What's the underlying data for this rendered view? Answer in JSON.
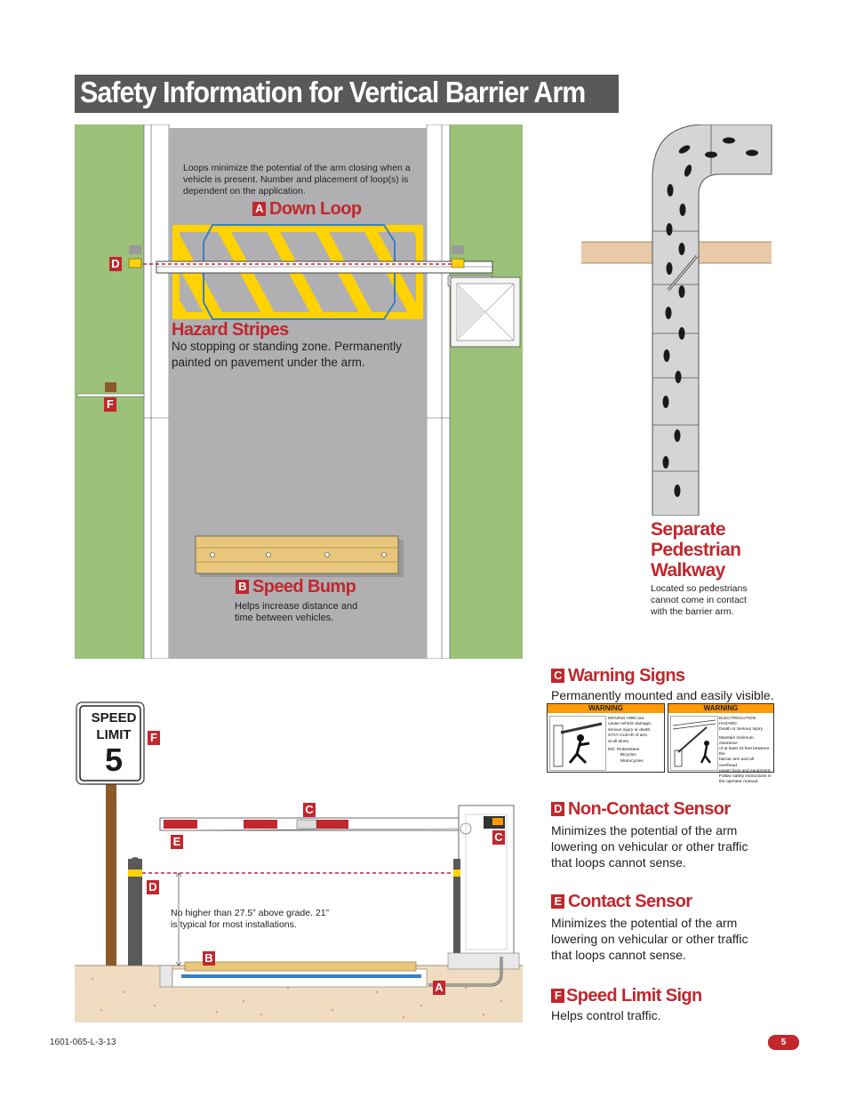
{
  "title": "Safety Information for Vertical Barrier Arm",
  "top_diagram": {
    "loops_note": "Loops minimize the potential of the arm closing when a vehicle is present. Number and placement of loop(s) is dependent on the application.",
    "labels": {
      "d": "D",
      "f": "F"
    },
    "down_loop": {
      "letter": "A",
      "heading": "Down Loop"
    },
    "hazard_stripes": {
      "heading": "Hazard Stripes",
      "text": "No stopping or standing zone. Permanently painted on pavement under the arm."
    },
    "speed_bump": {
      "letter": "B",
      "heading": "Speed Bump",
      "text": "Helps increase distance and time between vehicles."
    }
  },
  "walkway": {
    "heading_line1": "Separate",
    "heading_line2": "Pedestrian",
    "heading_line3": "Walkway",
    "text": "Located so pedestrians cannot come in contact with the barrier arm."
  },
  "bottom_diagram": {
    "sign": {
      "line1": "SPEED",
      "line2": "LIMIT",
      "number": "5"
    },
    "labels": {
      "f": "F",
      "c1": "C",
      "c2": "C",
      "e": "E",
      "d": "D",
      "b": "B",
      "a": "A"
    },
    "height_note": "No higher than 27.5” above grade. 21” is typical for most installations."
  },
  "sections": {
    "warning_signs": {
      "letter": "C",
      "heading": "Warning Signs",
      "text": "Permanently mounted and easily visible."
    },
    "non_contact": {
      "letter": "D",
      "heading": "Non-Contact Sensor",
      "text": "Minimizes the potential of the arm lowering on vehicular or other traffic that loops cannot sense."
    },
    "contact": {
      "letter": "E",
      "heading": "Contact Sensor",
      "text": "Minimizes the potential of the arm lowering on vehicular or other traffic that loops cannot sense."
    },
    "speed_limit": {
      "letter": "F",
      "heading": "Speed Limit Sign",
      "text": "Helps control traffic."
    }
  },
  "warning_sign_1": {
    "header": "WARNING",
    "l1": "MOVING ARM can",
    "l2": "cause vehicle damage,",
    "l3": "serious injury or death.",
    "l4": "STAY CLEAR of arm",
    "l5": "at all times.",
    "l6": "NO: Pedestrians",
    "l7": "Bicycles",
    "l8": "Motorcycles"
  },
  "warning_sign_2": {
    "header": "WARNING",
    "l1": "ELECTROCUTION",
    "l2": "HAZARD",
    "l3": "Death or Serious Injury",
    "l4": "Maintain minimum clearance",
    "l5": "of at least 10 feet between the",
    "l6": "barrier arm and all overhead",
    "l7": "power lines and equipment.",
    "l8": "Follow safety instructions in",
    "l9": "the operator manual."
  },
  "footer": {
    "doc_code": "1601-065-L-3-13",
    "page": "5"
  },
  "colors": {
    "accent": "#c1272d",
    "grass": "#9cc27a",
    "pavement": "#b0b0b2",
    "hazard_yellow": "#ffd200",
    "loop_blue": "#3a7fc1"
  }
}
